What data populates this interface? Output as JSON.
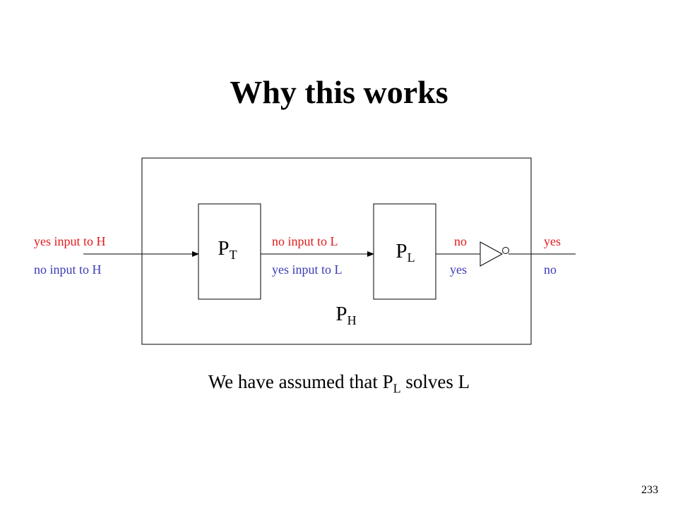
{
  "slide": {
    "title": "Why this works",
    "page_number": "233"
  },
  "diagram": {
    "outer_box": {
      "main": "P",
      "sub": "H"
    },
    "box_t": {
      "main": "P",
      "sub": "T"
    },
    "box_l": {
      "main": "P",
      "sub": "L"
    },
    "input_labels": {
      "top": "yes input to H",
      "bottom": "no input to H"
    },
    "middle_labels": {
      "top": "no input to L",
      "bottom": "yes input to L"
    },
    "pl_output_labels": {
      "top": "no",
      "bottom": "yes"
    },
    "final_output_labels": {
      "top": "yes",
      "bottom": "no"
    },
    "colors": {
      "top_row": "#e01b1b",
      "bottom_row": "#3a3ab8",
      "lines": "#000000"
    }
  },
  "caption": {
    "before": "We have assumed that P",
    "sub": "L",
    "after": " solves L"
  }
}
